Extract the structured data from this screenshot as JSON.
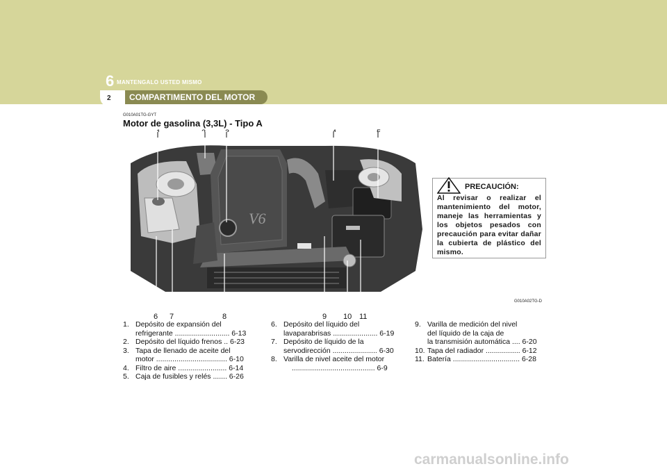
{
  "header": {
    "chapter_number": "6",
    "chapter_title": "MANTENGALO USTED MISMO",
    "page_number": "2",
    "section_title": "COMPARTIMENTO DEL MOTOR"
  },
  "figure": {
    "code": "G010A01TG-GYT",
    "title": "Motor de gasolina (3,3L) - Tipo A",
    "image_code": "G010A02TG-D",
    "callouts_top": [
      "1",
      "2",
      "3",
      "4",
      "5"
    ],
    "callouts_bottom": [
      "6",
      "7",
      "8",
      "9",
      "10",
      "11"
    ]
  },
  "caution": {
    "icon": "warning-triangle-icon",
    "title": "PRECAUCIÓN:",
    "text": "Al revisar o realizar el mantenimiento del motor, maneje las herramientas y los objetos pesados con precaución para evitar dañar la cubierta de plástico del mismo."
  },
  "legend": {
    "col1": [
      {
        "num": "1.",
        "line1": "Depósito de expansión del",
        "line2": "refrigerante ........................... 6-13"
      },
      {
        "num": "2.",
        "line1": "Depósito del líquido frenos .. 6-23",
        "line2": ""
      },
      {
        "num": "3.",
        "line1": "Tapa de llenado de aceite del",
        "line2": "motor ................................... 6-10"
      },
      {
        "num": "4.",
        "line1": "Filtro de aire ........................ 6-14",
        "line2": ""
      },
      {
        "num": "5.",
        "line1": "Caja de fusibles y relés ....... 6-26",
        "line2": ""
      }
    ],
    "col2": [
      {
        "num": "6.",
        "line1": "Depósito del líquido del",
        "line2": "lavaparabrisas ...................... 6-19"
      },
      {
        "num": "7.",
        "line1": "Depósito de líquido de la",
        "line2": "servodirección ...................... 6-30"
      },
      {
        "num": "8.",
        "line1": "Varilla de nivel aceite del motor",
        "line2": "......................................... 6-9"
      }
    ],
    "col3": [
      {
        "num": "9.",
        "line1": "Varilla de medición del nivel",
        "line2": "del líquido de la caja de",
        "line3": "la transmisión automática .... 6-20"
      },
      {
        "num": "10.",
        "line1": "Tapa del radiador ................. 6-12",
        "line2": "",
        "line3": ""
      },
      {
        "num": "11.",
        "line1": "Batería ................................. 6-28",
        "line2": "",
        "line3": ""
      }
    ]
  },
  "watermark": "carmanualsonline.info"
}
